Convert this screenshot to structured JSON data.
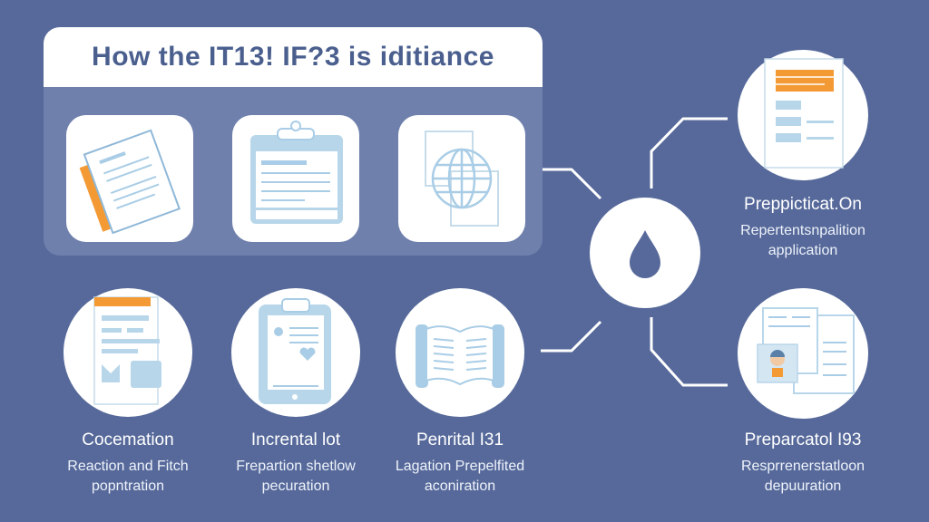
{
  "title": "How the IT13! IF?3 is iditiance",
  "top_row": [
    {
      "icon": "documents-folder-icon"
    },
    {
      "icon": "clipboard-icon"
    },
    {
      "icon": "globe-document-icon"
    }
  ],
  "bottom_row": [
    {
      "icon": "document-layout-icon",
      "heading": "Cocemation",
      "line1": "Reaction and Fitch",
      "line2": "popntration"
    },
    {
      "icon": "clipboard-heart-icon",
      "heading": "Incrental lot",
      "line1": "Frepartion shetlow",
      "line2": "pecuration"
    },
    {
      "icon": "open-book-icon",
      "heading": "Penrital I31",
      "line1": "Lagation Prepelfited",
      "line2": "aconiration"
    }
  ],
  "hub": {
    "icon": "water-drop-icon"
  },
  "right_nodes": [
    {
      "icon": "form-document-icon",
      "heading": "Preppicticat.On",
      "line1": "Repertentsnpalition",
      "line2": "application"
    },
    {
      "icon": "id-profile-document-icon",
      "heading": "Preparcatol I93",
      "line1": "Resprrenerstatloon",
      "line2": "depuuration"
    }
  ],
  "colors": {
    "background": "#56699a",
    "panel": "#6f80ad",
    "title_text": "#4a5f8e",
    "accent_orange": "#f39a35",
    "icon_blue": "#a9cde6"
  }
}
